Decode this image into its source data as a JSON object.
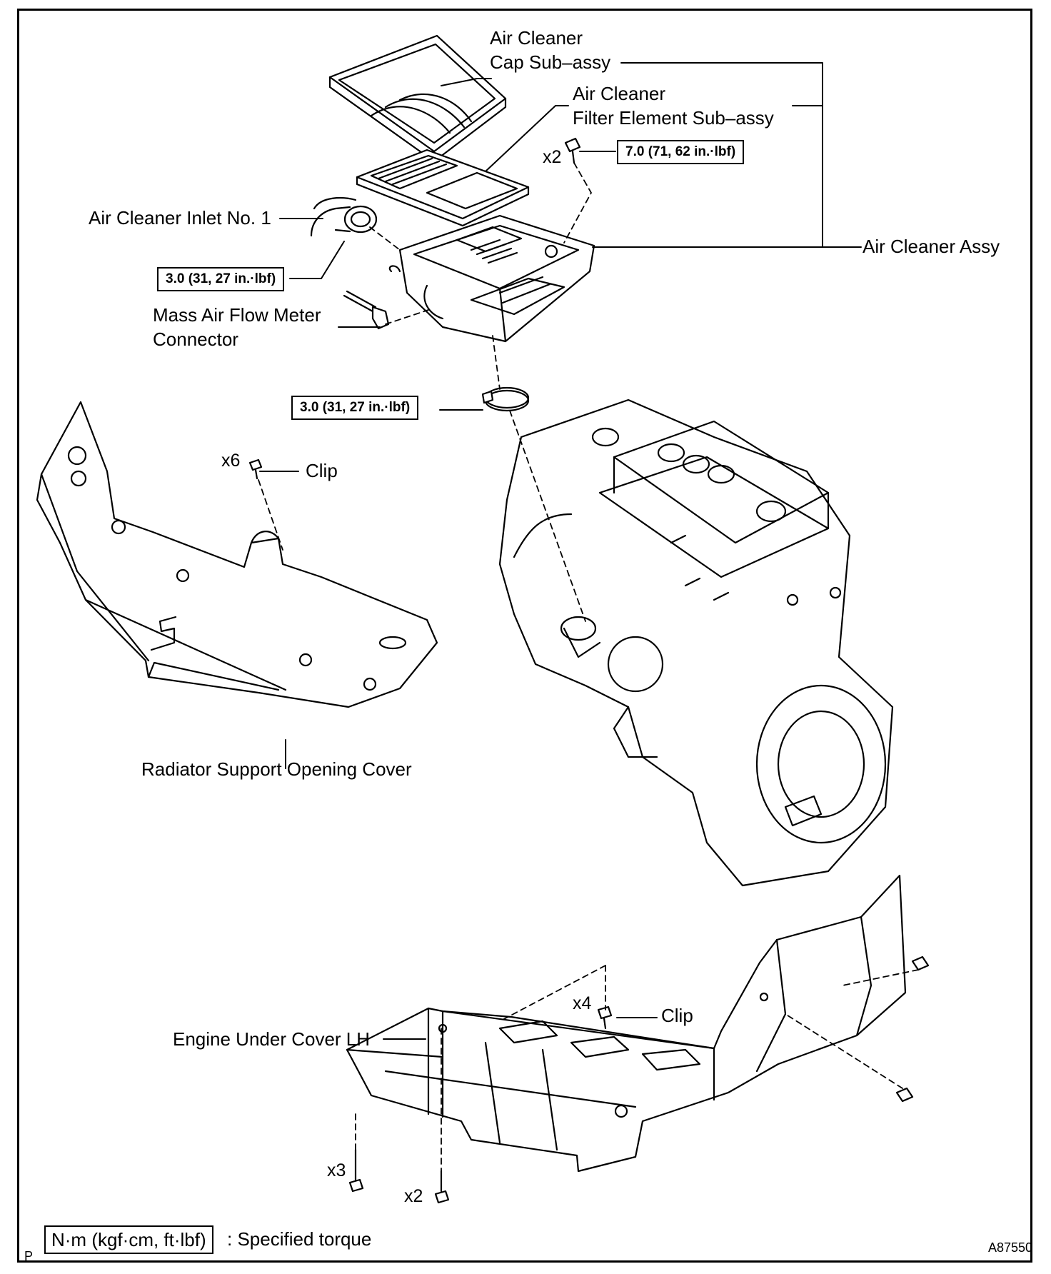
{
  "labels": {
    "cap": [
      "Air Cleaner",
      "Cap Sub–assy"
    ],
    "filter": [
      "Air Cleaner",
      "Filter Element Sub–assy"
    ],
    "inlet": "Air Cleaner Inlet No. 1",
    "assy": "Air Cleaner Assy",
    "maf": [
      "Mass Air Flow Meter",
      "Connector"
    ],
    "radiator": "Radiator Support Opening Cover",
    "clip_upper": "Clip",
    "clip_lower": "Clip",
    "under_cover": "Engine Under Cover LH"
  },
  "torques": {
    "assy_bolt": "7.0 (71, 62 in.·lbf)",
    "inlet_clamp": "3.0 (31, 27 in.·lbf)",
    "hose_clamp": "3.0 (31, 27 in.·lbf)"
  },
  "counts": {
    "assy_bolt": "x2",
    "clip_upper": "x6",
    "clip_lower": "x4",
    "under_bolts_a": "x3",
    "under_bolts_b": "x2"
  },
  "legend": {
    "box": "N·m (kgf·cm, ft·lbf)",
    "text": ": Specified torque"
  },
  "corner": {
    "left": "P",
    "code": "A87550"
  }
}
